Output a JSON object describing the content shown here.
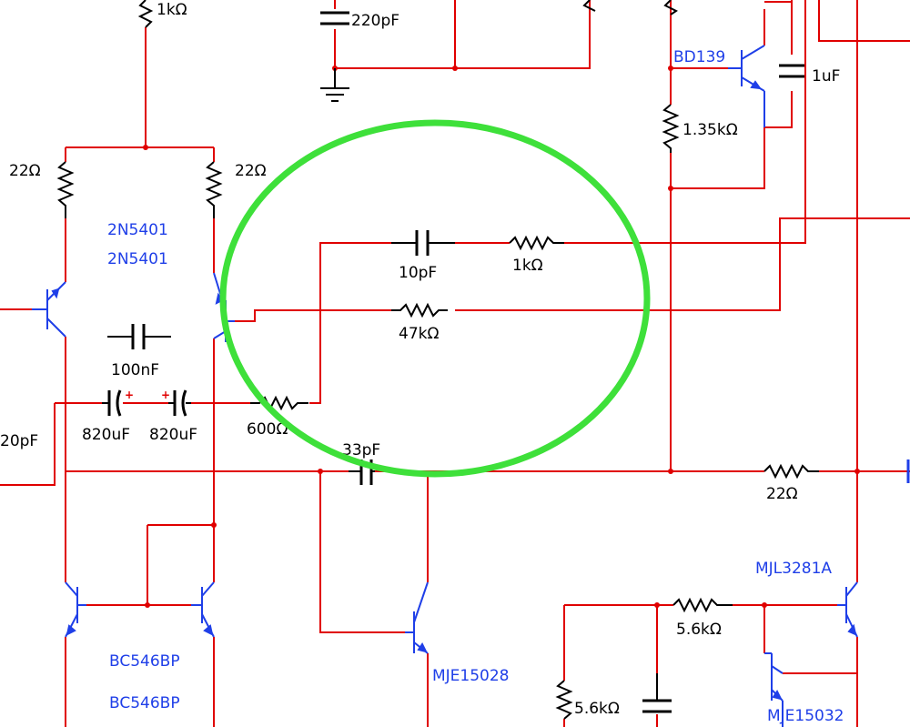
{
  "colors": {
    "wire": "#e00000",
    "transistor": "#1f3fe8",
    "component": "#000000",
    "highlight": "#3ee03a",
    "background": "#ffffff"
  },
  "components": {
    "r_top_1k": "1kΩ",
    "c_220pf": "220pF",
    "r_22_left": "22Ω",
    "r_22_right": "22Ω",
    "q_2n5401_a": "2N5401",
    "q_2n5401_b": "2N5401",
    "c_100nf": "100nF",
    "c_820uf_a": "820uF",
    "c_820uf_b": "820uF",
    "r_600": "600Ω",
    "c_20pf": "20pF",
    "c_10pf": "10pF",
    "r_1k_feedback": "1kΩ",
    "r_47k": "47kΩ",
    "c_33pf": "33pF",
    "q_bd139": "BD139",
    "c_1uf": "1uF",
    "r_1_35k": "1.35kΩ",
    "r_22_output": "22Ω",
    "q_mjl3281a": "MJL3281A",
    "r_5_6k_a": "5.6kΩ",
    "r_5_6k_b": "5.6kΩ",
    "q_mje15028": "MJE15028",
    "q_mje15032": "MJE15032",
    "q_bc546bp_a": "BC546BP",
    "q_bc546bp_b": "BC546BP"
  },
  "polarity_marks": [
    "+",
    "+"
  ],
  "highlight": {
    "shape": "ellipse",
    "encloses": [
      "c_10pf",
      "r_1k_feedback",
      "r_47k",
      "r_600"
    ]
  }
}
